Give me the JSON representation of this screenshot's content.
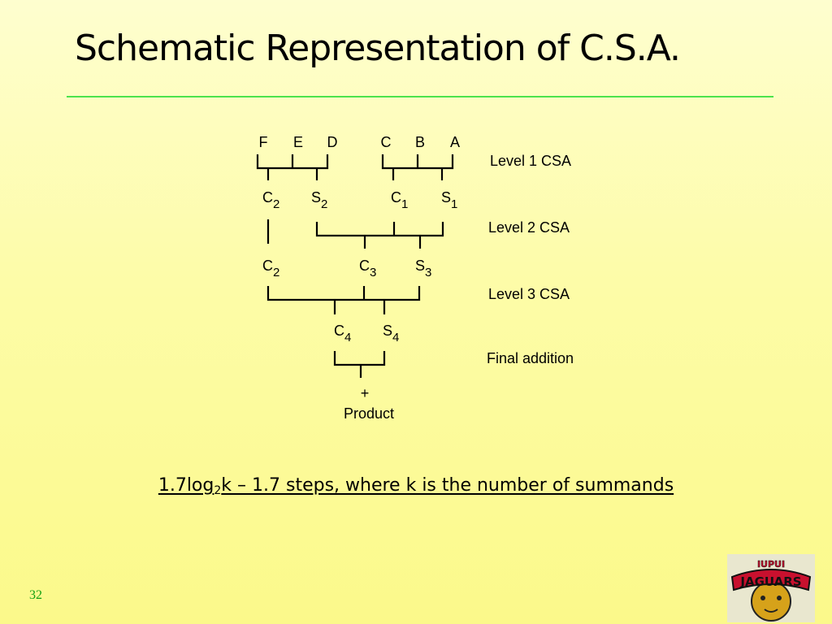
{
  "slide": {
    "title": "Schematic Representation of C.S.A.",
    "slide_number": "32",
    "formula": {
      "prefix": "1.7log",
      "subscript": "2",
      "suffix": "k – 1.7 steps, where k is the number of summands"
    },
    "logo": {
      "top_text": "IUPUI",
      "main_text": "JAGUARS"
    }
  },
  "diagram": {
    "inputs": [
      "F",
      "E",
      "D",
      "C",
      "B",
      "A"
    ],
    "level_labels": [
      "Level 1 CSA",
      "Level 2 CSA",
      "Level 3 CSA",
      "Final addition"
    ],
    "outputs": {
      "level1_left": {
        "carry": "C",
        "carry_sub": "2",
        "sum": "S",
        "sum_sub": "2"
      },
      "level1_right": {
        "carry": "C",
        "carry_sub": "1",
        "sum": "S",
        "sum_sub": "1"
      },
      "level2": {
        "passthrough": "C",
        "passthrough_sub": "2",
        "carry": "C",
        "carry_sub": "3",
        "sum": "S",
        "sum_sub": "3"
      },
      "level3": {
        "carry": "C",
        "carry_sub": "4",
        "sum": "S",
        "sum_sub": "4"
      }
    },
    "final": {
      "operator": "+",
      "result": "Product"
    }
  }
}
